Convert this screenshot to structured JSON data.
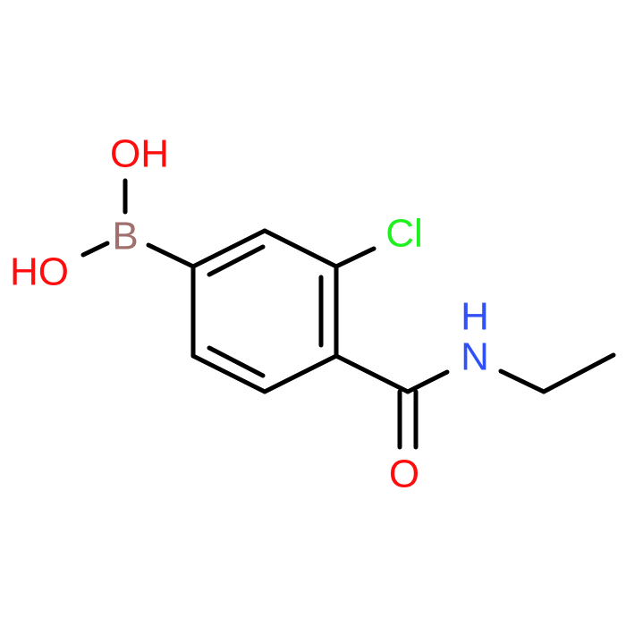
{
  "molecule": {
    "atoms": {
      "oh_top": {
        "label": "OH",
        "element": "O",
        "color": "#ff0d0d"
      },
      "oh_left": {
        "label": "HO",
        "element": "O",
        "color": "#ff0d0d"
      },
      "boron": {
        "label": "B",
        "element": "B",
        "color": "#a0706e"
      },
      "chlorine": {
        "label": "Cl",
        "element": "Cl",
        "color": "#1ff01f"
      },
      "amide_n": {
        "label": "N",
        "element": "N",
        "color": "#3050f8"
      },
      "amide_h": {
        "label": "H",
        "element": "H",
        "color": "#3050f8"
      },
      "carbonyl_o": {
        "label": "O",
        "element": "O",
        "color": "#ff0d0d"
      }
    },
    "bond_color": "#000000"
  }
}
